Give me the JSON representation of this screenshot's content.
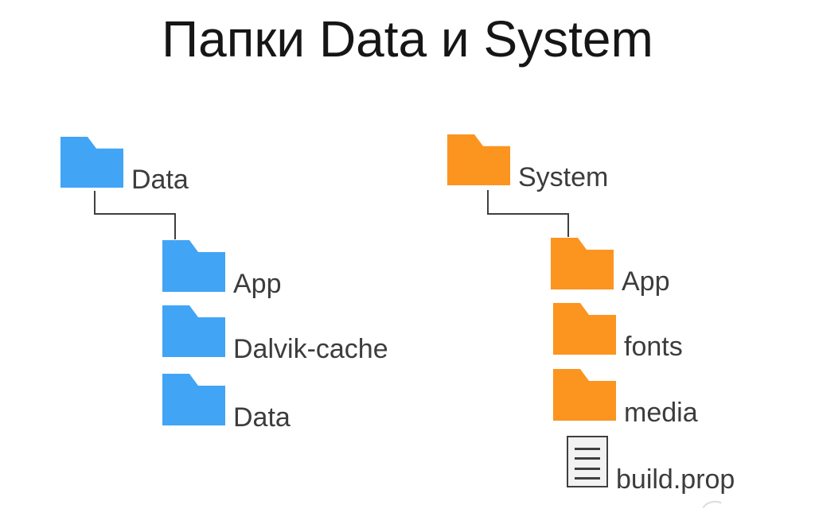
{
  "title": "Папки Data и System",
  "colors": {
    "background": "#FFFFFF",
    "folder_blue": "#42A4F5",
    "folder_orange": "#FC9420",
    "title_text": "#161616",
    "label_text": "#3C3C3C",
    "connector": "#3F3F3F",
    "file_fill": "#F2F2F2",
    "file_border": "#3F3F3F"
  },
  "trees": [
    {
      "name": "data",
      "accent": "#42A4F5",
      "root": {
        "label": "Data",
        "icon": "folder-icon"
      },
      "children": [
        {
          "label": "App",
          "icon": "folder-icon"
        },
        {
          "label": "Dalvik-cache",
          "icon": "folder-icon"
        },
        {
          "label": "Data",
          "icon": "folder-icon"
        }
      ]
    },
    {
      "name": "system",
      "accent": "#FC9420",
      "root": {
        "label": "System",
        "icon": "folder-icon"
      },
      "children": [
        {
          "label": "App",
          "icon": "folder-icon"
        },
        {
          "label": "fonts",
          "icon": "folder-icon"
        },
        {
          "label": "media",
          "icon": "folder-icon"
        },
        {
          "label": "build.prop",
          "icon": "file-icon"
        }
      ]
    }
  ]
}
